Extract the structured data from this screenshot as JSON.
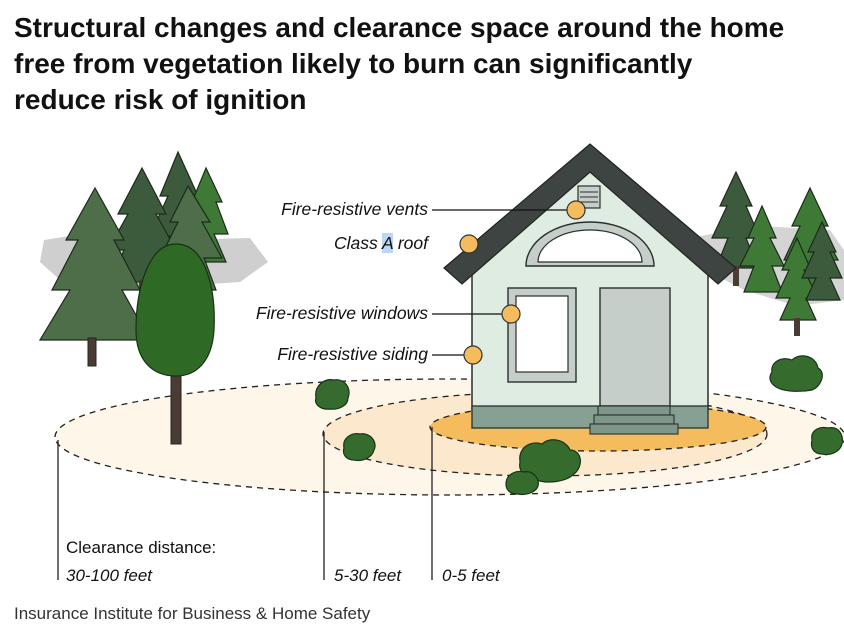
{
  "headline": {
    "line1": "Structural changes and clearance space around the home",
    "line2": "free from vegetation likely to burn can significantly",
    "line3": "reduce risk of ignition"
  },
  "callouts": {
    "vents": "Fire-resistive vents",
    "roof_pre": "Class ",
    "roof_mid": "A",
    "roof_post": " roof",
    "windows": "Fire-resistive windows",
    "siding": "Fire-resistive siding"
  },
  "clearance": {
    "title": "Clearance distance:",
    "zone_far": "30-100 feet",
    "zone_mid": "5-30 feet",
    "zone_near": "0-5 feet"
  },
  "source": "Insurance Institute for Business & Home Safety",
  "colors": {
    "dark_pine": "#3c5a3c",
    "green_pine": "#3e7a36",
    "leaf_tree": "#2e6a26",
    "shrub": "#356b2c",
    "roof": "#3d4441",
    "wall": "#dfece1",
    "foundation": "#86a093",
    "callout_dot": "#f4bc5c",
    "zone_far": "#fff6ea",
    "zone_mid": "#fce8cc",
    "zone_near": "#f4bc5c"
  }
}
